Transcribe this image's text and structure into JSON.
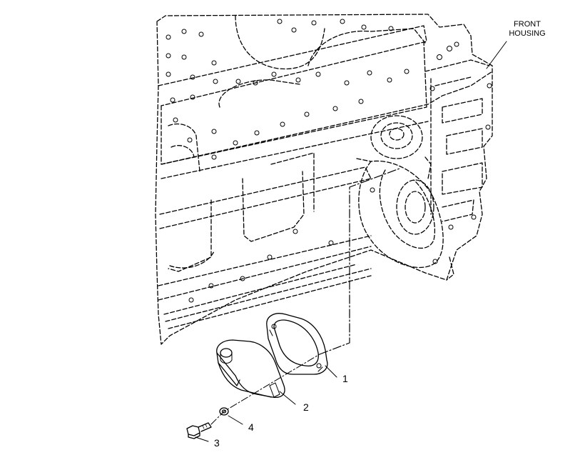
{
  "labels": {
    "front_housing_line1": "FRONT",
    "front_housing_line2": "HOUSING"
  },
  "callouts": [
    "1",
    "2",
    "3",
    "4"
  ],
  "colors": {
    "ink": "#000000",
    "paper": "#ffffff"
  }
}
